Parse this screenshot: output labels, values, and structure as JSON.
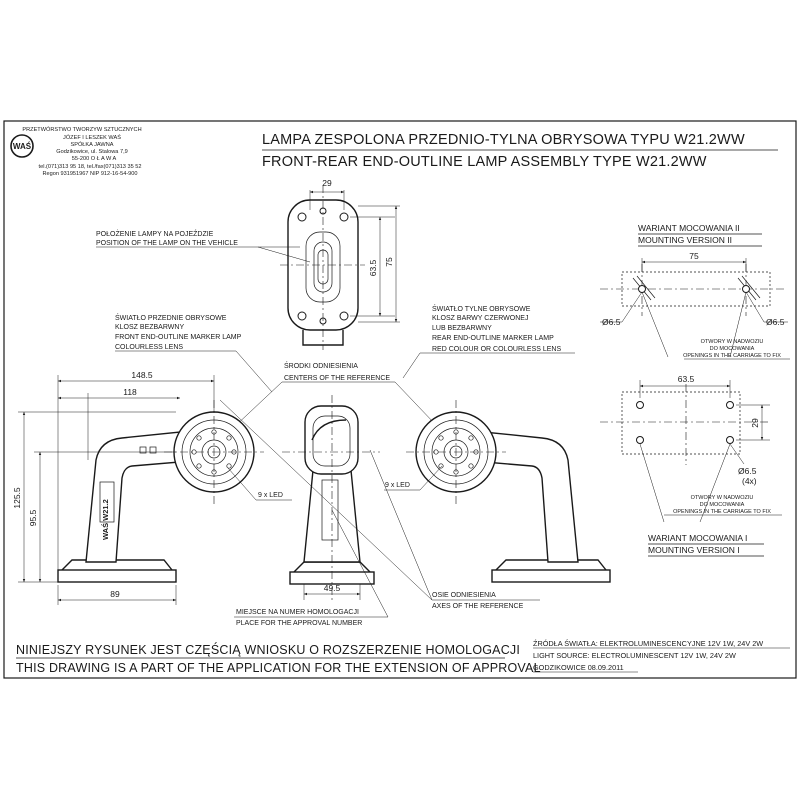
{
  "company": {
    "line1": "PRZETWÓRSTWO TWORZYW SZTUCZNYCH",
    "line2": "JÓZEF I LESZEK WAŚ",
    "line3": "SPÓŁKA JAWNA",
    "line4": "Godzikowice, ul. Stalowa 7,9",
    "line5": "55-200   O Ł A W A",
    "line6": "tel.(071)313 95 18, tel./fax(071)313 35 52",
    "line7": "Regon 931951967 NIP 912-16-54-900",
    "logo_text": "WAŚ"
  },
  "title": {
    "pl": "LAMPA ZESPOLONA PRZEDNIO-TYLNA OBRYSOWA TYPU W21.2WW",
    "en": "FRONT-REAR END-OUTLINE LAMP ASSEMBLY TYPE W21.2WW"
  },
  "labels": {
    "position_pl": "POŁOŻENIE LAMPY NA POJEŹDZIE",
    "position_en": "POSITION OF THE LAMP ON THE VEHICLE",
    "front_pl1": "ŚWIATŁO PRZEDNIE OBRYSOWE",
    "front_pl2": "KLOSZ BEZBARWNY",
    "front_en1": "FRONT END-OUTLINE MARKER LAMP",
    "front_en2": "COLOURLESS LENS",
    "rear_pl1": "ŚWIATŁO TYLNE OBRYSOWE",
    "rear_pl2": "KLOSZ BARWY CZERWONEJ",
    "rear_pl3": "LUB BEZBARWNY",
    "rear_en1": "REAR END-OUTLINE MARKER LAMP",
    "rear_en2": "RED COLOUR OR COLOURLESS LENS",
    "centers_pl": "ŚRODKI ODNIESIENIA",
    "centers_en": "CENTERS OF THE REFERENCE",
    "led_left": "9 x LED",
    "led_right": "9 x LED",
    "approval_pl": "MIEJSCE NA NUMER HOMOLOGACJI",
    "approval_en": "PLACE FOR THE APPROVAL NUMBER",
    "axes_pl": "OSIE ODNIESIENIA",
    "axes_en": "AXES OF THE REFERENCE",
    "housing_text": "WAŚ  W21.2"
  },
  "mounting": {
    "v2_pl": "WARIANT MOCOWANIA II",
    "v2_en": "MOUNTING VERSION II",
    "v1_pl": "WARIANT MOCOWANIA I",
    "v1_en": "MOUNTING VERSION I",
    "holes_pl1": "OTWORY W NADWOZIU",
    "holes_pl2": "DO MOCOWANIA",
    "holes_en": "OPENINGS IN THE CARRIAGE TO FIX",
    "holes2_pl1": "OTWORY W NADWOZIU",
    "holes2_pl2": "DO MOCOWANIA",
    "holes2_en": "OPENINGS IN THE CARRIAGE TO FIX"
  },
  "dimensions": {
    "top_width": "29",
    "top_h1": "63.5",
    "top_h2": "75",
    "side_w1": "148.5",
    "side_w2": "118",
    "side_h1": "125.5",
    "side_h2": "95.5",
    "side_base": "89",
    "front_base": "49.5",
    "v2_width": "75",
    "v2_hole_left": "Ø6.5",
    "v2_hole_right": "Ø6.5",
    "v1_width": "63.5",
    "v1_height": "29",
    "v1_hole": "Ø6.5",
    "v1_hole_count": "(4x)"
  },
  "footer": {
    "pl": "NINIEJSZY RYSUNEK JEST CZĘŚCIĄ WNIOSKU O  ROZSZERZENIE  HOMOLOGACJI",
    "en": "THIS DRAWING IS A PART OF THE APPLICATION FOR THE EXTENSION OF APPROVAL",
    "source_pl": "ŹRÓDŁA ŚWIATŁA: ELEKTROLUMINESCENCYJNE  12V  1W, 24V  2W",
    "source_en": "LIGHT SOURCE: ELECTROLUMINESCENT  12V  1W, 24V  2W",
    "place_date": "GODZIKOWICE 08.09.2011"
  }
}
